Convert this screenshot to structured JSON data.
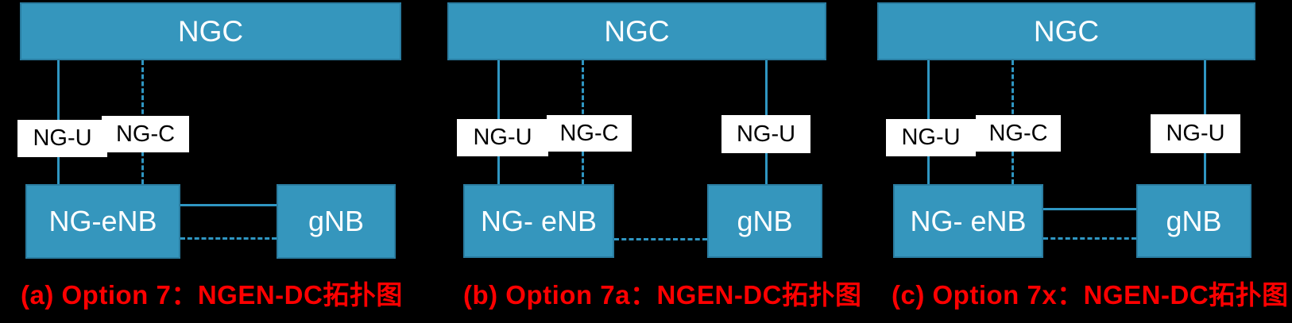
{
  "colors": {
    "background": "#000000",
    "box_fill": "#3596bd",
    "box_border": "#2a7da1",
    "connector_blue": "#2f96c2",
    "interface_label_bg": "#ffffff",
    "interface_label_text": "#000000",
    "box_text": "#ffffff",
    "caption_red": "#fe0000"
  },
  "diagrams": [
    {
      "caption": "(a) Option 7：NGEN-DC拓扑图",
      "core_label": "NGC",
      "left_node_label": "NG-eNB",
      "right_node_label": "gNB",
      "ng_u_left_label": "NG-U",
      "ng_c_label": "NG-C",
      "links": {
        "ngc_to_enb_user_plane": "solid",
        "ngc_to_enb_control_plane": "dashed",
        "enb_to_gnb_upper": "solid",
        "enb_to_gnb_lower": "dashed"
      }
    },
    {
      "caption": "(b) Option 7a：NGEN-DC拓扑图",
      "core_label": "NGC",
      "left_node_label": "NG- eNB",
      "right_node_label": "gNB",
      "ng_u_left_label": "NG-U",
      "ng_c_label": "NG-C",
      "ng_u_right_label": "NG-U",
      "links": {
        "ngc_to_enb_user_plane": "solid",
        "ngc_to_enb_control_plane": "dashed",
        "ngc_to_gnb_user_plane": "solid",
        "enb_to_gnb_lower": "dashed"
      }
    },
    {
      "caption": "(c) Option 7x：NGEN-DC拓扑图",
      "core_label": "NGC",
      "left_node_label": "NG- eNB",
      "right_node_label": "gNB",
      "ng_u_left_label": "NG-U",
      "ng_c_label": "NG-C",
      "ng_u_right_label": "NG-U",
      "links": {
        "ngc_to_enb_user_plane": "solid",
        "ngc_to_enb_control_plane": "dashed",
        "ngc_to_gnb_user_plane": "solid",
        "enb_to_gnb_upper": "solid",
        "enb_to_gnb_lower": "dashed"
      }
    }
  ]
}
